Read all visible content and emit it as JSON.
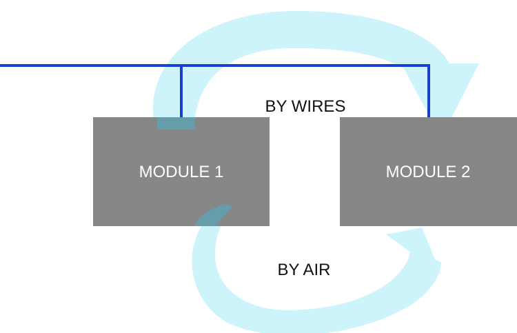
{
  "diagram": {
    "labels": {
      "wires": "BY WIRES",
      "air": "BY AIR"
    },
    "modules": [
      {
        "id": "module-1",
        "label": "MODULE 1"
      },
      {
        "id": "module-2",
        "label": "MODULE 2"
      }
    ],
    "colors": {
      "module_fill": "#878787",
      "module_text": "#ffffff",
      "wire": "#1a3fcc",
      "arrow": "#cdf3fb",
      "label_text": "#111111"
    }
  }
}
